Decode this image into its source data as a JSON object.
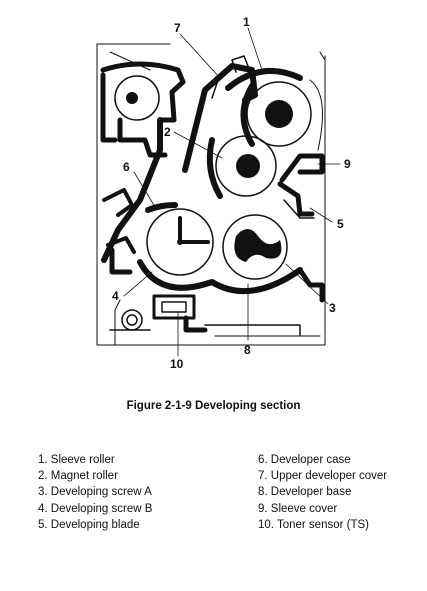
{
  "figure": {
    "caption": "Figure 2-1-9 Developing section",
    "callouts": [
      "1",
      "2",
      "3",
      "4",
      "5",
      "6",
      "7",
      "8",
      "9",
      "10"
    ]
  },
  "legend": {
    "left": [
      "1. Sleeve roller",
      "2. Magnet roller",
      "3. Developing screw A",
      "4. Developing screw B",
      "5. Developing blade"
    ],
    "right": [
      "6. Developer case",
      "7. Upper developer cover",
      "8. Developer base",
      "9. Sleeve cover",
      "10. Toner sensor (TS)"
    ]
  }
}
